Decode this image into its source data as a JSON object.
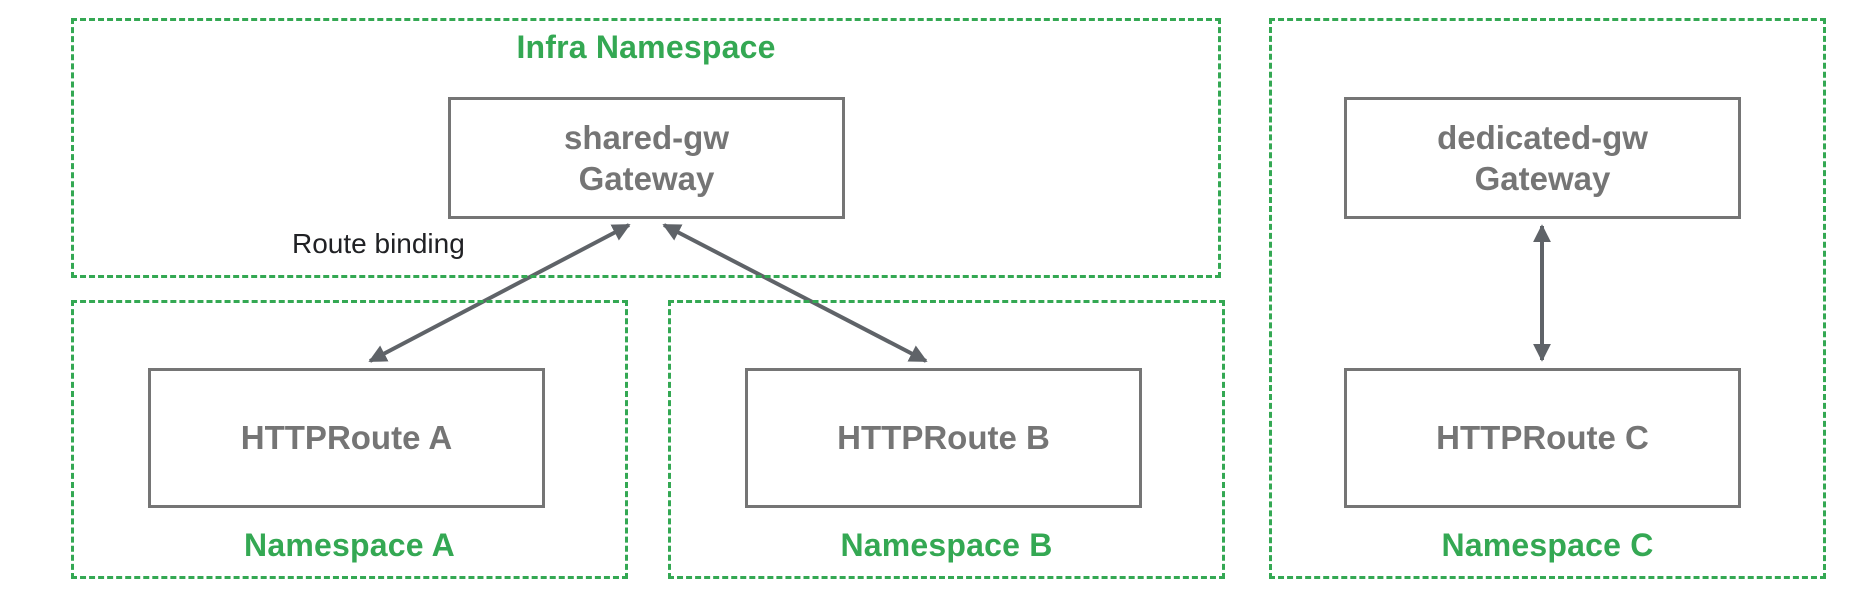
{
  "colors": {
    "namespace_green": "#34A853",
    "node_gray": "#757575",
    "arrow_gray": "#5F6368",
    "label_black": "#202124"
  },
  "infra": {
    "label": "Infra Namespace",
    "gateway_line1": "shared-gw",
    "gateway_line2": "Gateway"
  },
  "route_binding_label": "Route binding",
  "ns_a": {
    "label": "Namespace A",
    "route": "HTTPRoute A"
  },
  "ns_b": {
    "label": "Namespace B",
    "route": "HTTPRoute B"
  },
  "ns_c": {
    "label": "Namespace C",
    "gateway_line1": "dedicated-gw",
    "gateway_line2": "Gateway",
    "route": "HTTPRoute C"
  }
}
